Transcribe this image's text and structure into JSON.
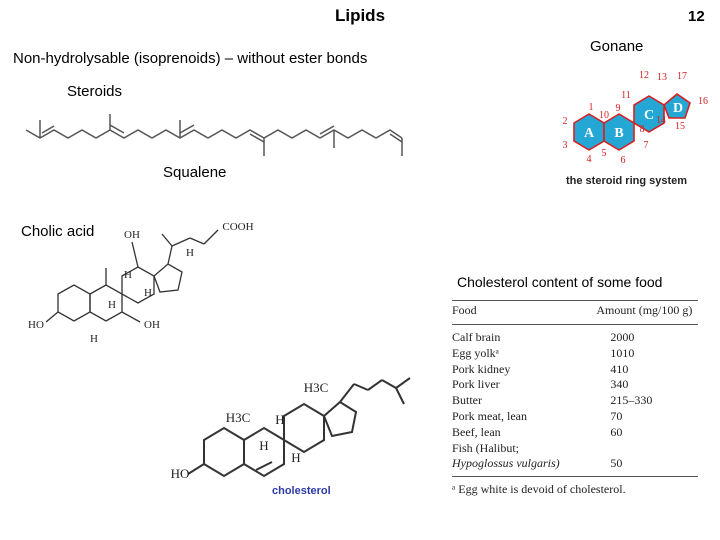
{
  "title": "Lipids",
  "page_number": "12",
  "subtitle": "Non-hydrolysable (isoprenoids) – without ester bonds",
  "steroids_label": "Steroids",
  "squalene_label": "Squalene",
  "gonane_label": "Gonane",
  "gonane": {
    "caption": "the steroid ring system",
    "ring_labels": [
      "A",
      "B",
      "C",
      "D"
    ],
    "numbers": [
      "1",
      "2",
      "3",
      "4",
      "5",
      "6",
      "7",
      "8",
      "9",
      "10",
      "11",
      "12",
      "13",
      "14",
      "15",
      "16",
      "17"
    ]
  },
  "cholic_acid_label": "Cholic acid",
  "cholic_acid": {
    "groups": {
      "oh_top": "OH",
      "cooh": "COOH",
      "ho_left": "HO",
      "oh_bottom": "OH",
      "h": "H"
    }
  },
  "cholesterol": {
    "caption": "cholesterol",
    "groups": {
      "h3c": "H3C",
      "ho": "HO",
      "h": "H"
    }
  },
  "cholesterol_table": {
    "title": "Cholesterol content of some food",
    "headers": [
      "Food",
      "Amount (mg/100 g)"
    ],
    "rows": [
      {
        "food": "Calf brain",
        "amount": "2000"
      },
      {
        "food": "Egg yolkᵃ",
        "amount": "1010"
      },
      {
        "food": "Pork kidney",
        "amount": "410"
      },
      {
        "food": "Pork liver",
        "amount": "340"
      },
      {
        "food": "Butter",
        "amount": "215–330"
      },
      {
        "food": "Pork meat, lean",
        "amount": "70"
      },
      {
        "food": "Beef, lean",
        "amount": "60"
      },
      {
        "food": "Fish (Halibut;",
        "amount": ""
      },
      {
        "food": "Hypoglossus vulgaris)",
        "amount": "50"
      }
    ],
    "footnote": "ᵃ Egg white is devoid of cholesterol."
  },
  "colors": {
    "ring_fill": "#25a7d6",
    "ring_stroke": "#d62020",
    "caption_blue": "#2b3aa8"
  }
}
